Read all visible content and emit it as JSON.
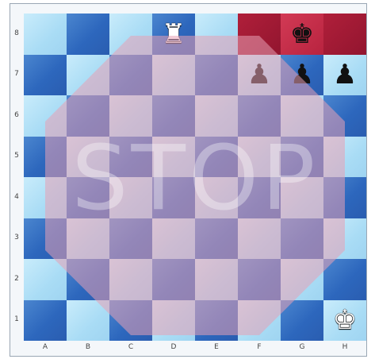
{
  "board": {
    "files": [
      "A",
      "B",
      "C",
      "D",
      "E",
      "F",
      "G",
      "H"
    ],
    "ranks": [
      "8",
      "7",
      "6",
      "5",
      "4",
      "3",
      "2",
      "1"
    ],
    "highlight_squares": [
      "f8",
      "g8",
      "h8"
    ],
    "colors": {
      "light": "#a9dcf5",
      "dark": "#2d67bd",
      "highlight": "#c0284a",
      "overlay": "#e8a0b4"
    },
    "pieces": [
      {
        "square": "d8",
        "color": "white",
        "type": "rook",
        "glyph": "♜"
      },
      {
        "square": "g8",
        "color": "black",
        "type": "king",
        "glyph": "♚"
      },
      {
        "square": "f7",
        "color": "black",
        "type": "pawn",
        "glyph": "♟"
      },
      {
        "square": "g7",
        "color": "black",
        "type": "pawn",
        "glyph": "♟"
      },
      {
        "square": "h7",
        "color": "black",
        "type": "pawn",
        "glyph": "♟"
      },
      {
        "square": "h1",
        "color": "white",
        "type": "king",
        "glyph": "♚"
      }
    ]
  },
  "overlay": {
    "text": "STOP",
    "shape": "octagon"
  }
}
